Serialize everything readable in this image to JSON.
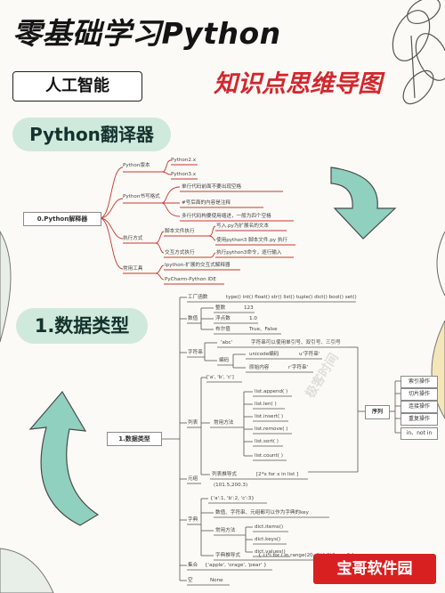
{
  "header": {
    "title": "零基础学习Python",
    "badge": "人工智能",
    "subtitle": "知识点思维导图"
  },
  "section1": {
    "pill": "Python翻译器",
    "root": "0.Python解释器",
    "b_version": "Python版本",
    "v1": "Python2.x",
    "v2": "Python3.x",
    "b_format": "Python书写格式",
    "f1": "单行代码前面不要出现空格",
    "f2": "#号后面的内容是注释",
    "f3": "多行代码构要使用缩进，一般为四个空格",
    "b_exec": "执行方式",
    "e_script": "脚本文件执行",
    "e_s1": "写入.py为扩展名的文本",
    "e_s2": "使用python3 脚本文件.py 执行",
    "e_inter": "交互方式执行",
    "e_i1": "执行python3命令，逐行输入",
    "b_tools": "常用工具",
    "t1": "Ipython-扩展的交互式解释器",
    "t2": "PyCharm-Python IDE"
  },
  "section2": {
    "pill": "1.数据类型",
    "root": "1.数据类型",
    "factory": "工厂函数",
    "factory_v": "type() int() float() str() list() tuple() dict() bool() set()",
    "num": "数值",
    "int": "整数",
    "int_v": "123",
    "float": "浮点数",
    "float_v": "1.0",
    "bool": "布尔值",
    "bool_v": "True、False",
    "str": "字符串",
    "abc": "'abc'",
    "abc_v": "字符串可以使用单引号、双引号、三引号",
    "enc": "编码",
    "unicode": "unicode编码",
    "unicode_v": "u'字符串'",
    "raw": "原始内容",
    "raw_v": "r'字符串'",
    "list": "列表",
    "list_lit": "['a', 'b', 'c']",
    "methods": "常用方法",
    "lm1": "list.append( )",
    "lm2": "list.len( )",
    "lm3": "list.insert( )",
    "lm4": "list.remove( )",
    "lm5": "list.sort( )",
    "lm6": "list.count( )",
    "lcomp": "列表推导式",
    "lcomp_v": "[2*x for x in list ]",
    "tuple": "元组",
    "tuple_v": "(101.5,200.3)",
    "dict": "字典",
    "dict_lit": "{'a':1, 'b':2, 'c':3}",
    "dict_note": "数值、字符串、元组都可以作为字典的key",
    "dm1": "dict.items()",
    "dm2": "dict.keys()",
    "dm3": "dict.values()",
    "dcomp": "字典推导式",
    "dcomp_v": "{ i:i*i for i in range(20, 2)if i%2 == 0 }",
    "set": "集合",
    "set_v": "{'apple', 'orage', 'pear' }",
    "none": "空",
    "none_v": "None",
    "seq": "序列",
    "seq1": "索引操作",
    "seq2": "切片操作",
    "seq3": "连接操作",
    "seq4": "重复操作",
    "seq5": "in、not in"
  },
  "watermark": {
    "logo": "极客时间",
    "badge": "宝哥软件园"
  },
  "colors": {
    "accent_red": "#d1272e",
    "pill_green": "#cfe9dd",
    "branch_red": "#c23a33",
    "arrow_teal": "#7cc8b5"
  }
}
